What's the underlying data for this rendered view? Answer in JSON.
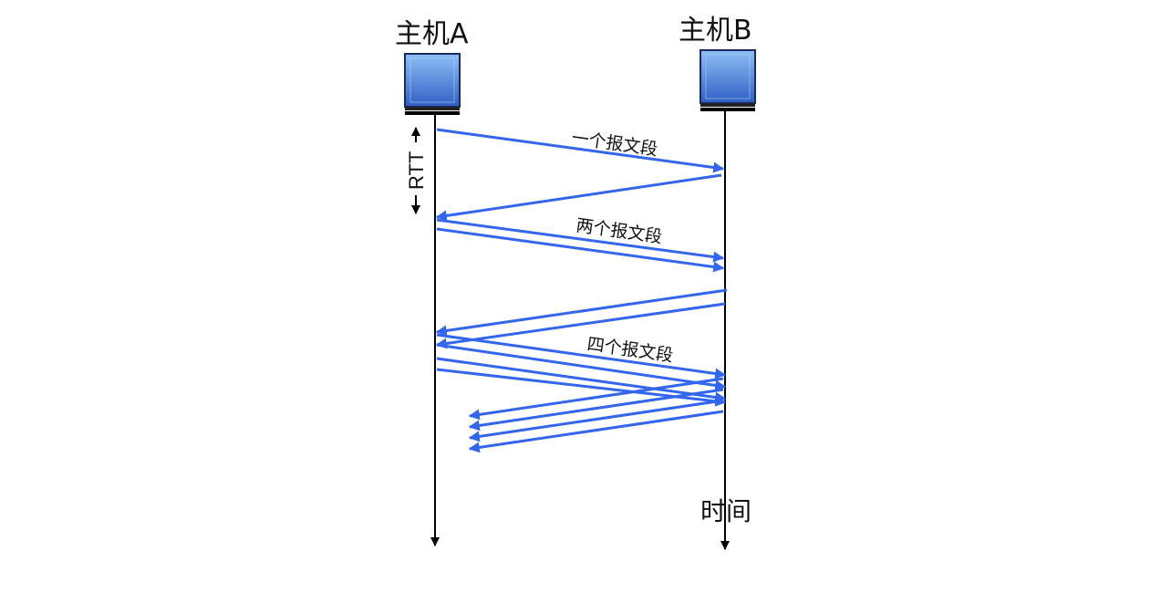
{
  "hosts": {
    "a_label": "主机A",
    "b_label": "主机B"
  },
  "rtt_label": "RTT",
  "segment_labels": {
    "one": "一个报文段",
    "two": "两个报文段",
    "four": "四个报文段"
  },
  "time_label": "时间",
  "colors": {
    "arrow": "#3366ee",
    "timeline": "#000000",
    "computer_fill_top": "#7fb2f0",
    "computer_fill_bottom": "#3366cc"
  }
}
